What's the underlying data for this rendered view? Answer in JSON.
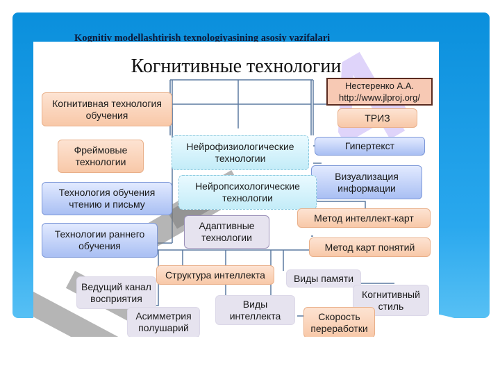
{
  "slide_title": "Kognitiv modellashtirish texnologiyasining asosiy vazifalari",
  "diagram": {
    "title": "Когнитивные технологии",
    "author_line1": "Нестеренко А.А.",
    "author_line2": "http://www.jlproj.org/",
    "nodes": {
      "cog_learning": "Когнитивная технология обучения",
      "triz": "ТРИЗ",
      "frames": "Фреймовые технологии",
      "neurophys": "Нейрофизиологические технологии",
      "hypertext": "Гипертекст",
      "visualization": "Визуализация информации",
      "reading": "Технология обучения чтению и письму",
      "neuropsych": "Нейропсихологические технологии",
      "mindmap": "Метод интеллект-карт",
      "early": "Технологии раннего обучения",
      "adaptive": "Адаптивные технологии",
      "concept_map": "Метод карт понятий",
      "intellect_structure": "Структура интеллекта",
      "memory_types": "Виды памяти",
      "perception_channel": "Ведущий канал восприятия",
      "cognitive_style": "Когнитивный стиль",
      "asymmetry": "Асимметрия полушарий",
      "intellect_types": "Виды интеллекта",
      "processing_speed": "Скорость переработки"
    },
    "watermark": "4"
  }
}
